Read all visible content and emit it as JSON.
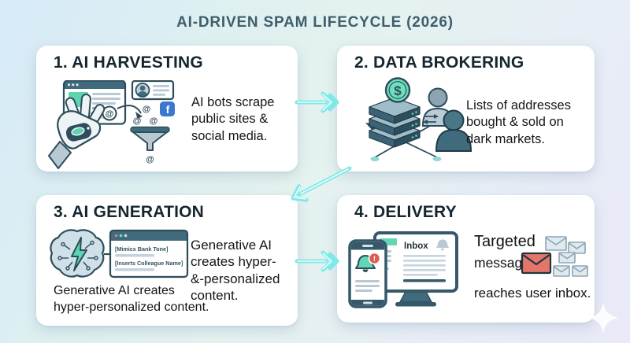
{
  "title": "AI-DRIVEN SPAM LIFECYCLE (2026)",
  "panels": {
    "harvesting": {
      "heading": "1. AI HARVESTING",
      "lines": [
        "AI bots scrape",
        "public sites &",
        "social media."
      ]
    },
    "brokering": {
      "heading": "2. DATA BROKERING",
      "lines": [
        "Lists of addresses",
        "bought & sold on",
        "dark markets."
      ]
    },
    "generation": {
      "heading": "3. AI GENERATION",
      "lines": [
        "Generative AI",
        "creates hyper-",
        "&-personalized",
        "content."
      ],
      "caption_lines": [
        "Generative AI creates",
        "hyper-personalized content."
      ],
      "window_fields": [
        "[Mimics Bank Tone]",
        "[Inserts Colleague Name]"
      ]
    },
    "delivery": {
      "heading": "4. DELIVERY",
      "lines": [
        "Targeted",
        "message",
        "reaches user inbox."
      ],
      "inbox_label": "Inbox",
      "alert_mark": "!"
    }
  },
  "glyphs": {
    "at": "@",
    "dollar": "$",
    "facebook_f": "f"
  },
  "colors": {
    "accent_mint": "#63d6b5",
    "dark_teal": "#2e4d5b",
    "mid_teal": "#3f6b7d",
    "arrow_cyan": "#7fe9e7",
    "spam_red": "#e3766a",
    "title": "#3f5e6c"
  }
}
